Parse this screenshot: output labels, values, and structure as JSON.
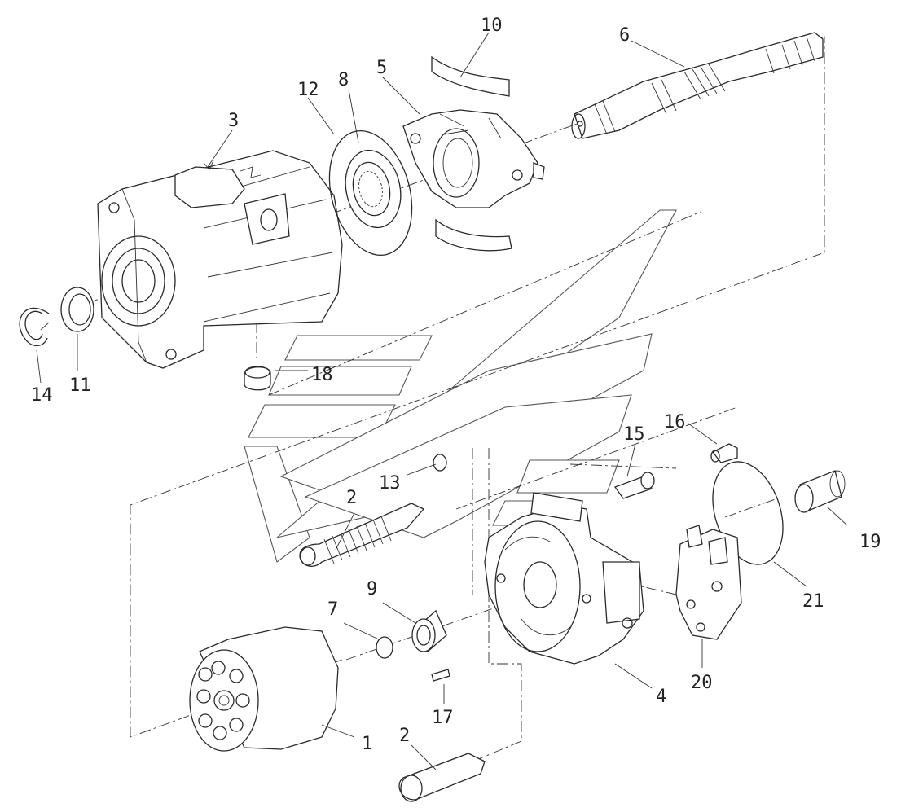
{
  "diagram": {
    "callouts": [
      {
        "id": "c1",
        "label": "1"
      },
      {
        "id": "c2a",
        "label": "2"
      },
      {
        "id": "c2b",
        "label": "2"
      },
      {
        "id": "c3",
        "label": "3"
      },
      {
        "id": "c4",
        "label": "4"
      },
      {
        "id": "c5",
        "label": "5"
      },
      {
        "id": "c6",
        "label": "6"
      },
      {
        "id": "c7",
        "label": "7"
      },
      {
        "id": "c8",
        "label": "8"
      },
      {
        "id": "c9",
        "label": "9"
      },
      {
        "id": "c10",
        "label": "10"
      },
      {
        "id": "c11",
        "label": "11"
      },
      {
        "id": "c12",
        "label": "12"
      },
      {
        "id": "c13",
        "label": "13"
      },
      {
        "id": "c14",
        "label": "14"
      },
      {
        "id": "c15",
        "label": "15"
      },
      {
        "id": "c16",
        "label": "16"
      },
      {
        "id": "c17",
        "label": "17"
      },
      {
        "id": "c18",
        "label": "18"
      },
      {
        "id": "c19",
        "label": "19"
      },
      {
        "id": "c20",
        "label": "20"
      },
      {
        "id": "c21",
        "label": "21"
      }
    ]
  }
}
